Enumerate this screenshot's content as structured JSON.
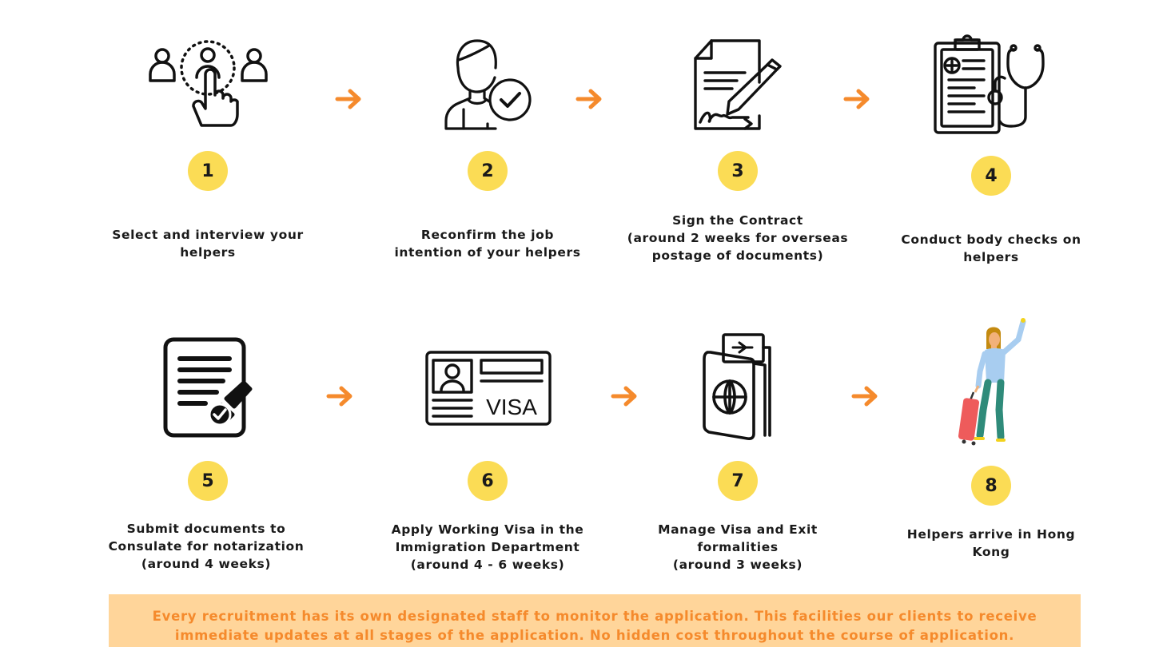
{
  "steps": [
    {
      "number": "1",
      "icon": "select-people-icon",
      "lines": [
        "Select and interview your",
        "helpers"
      ]
    },
    {
      "number": "2",
      "icon": "confirmed-person-icon",
      "lines": [
        "Reconfirm the job",
        "intention of your helpers"
      ]
    },
    {
      "number": "3",
      "icon": "signed-contract-icon",
      "lines": [
        "Sign the Contract",
        "(around 2 weeks for overseas",
        "postage of documents)"
      ]
    },
    {
      "number": "4",
      "icon": "medical-clipboard-icon",
      "lines": [
        "Conduct body checks on",
        "helpers"
      ]
    },
    {
      "number": "5",
      "icon": "stamped-document-icon",
      "lines": [
        "Submit documents to",
        "Consulate for notarization",
        "(around 4 weeks)"
      ]
    },
    {
      "number": "6",
      "icon": "visa-card-icon",
      "visa_text": "VISA",
      "lines": [
        "Apply Working Visa in the",
        "Immigration Department",
        "(around 4 - 6 weeks)"
      ]
    },
    {
      "number": "7",
      "icon": "passport-ticket-icon",
      "lines": [
        "Manage Visa and Exit",
        "formalities",
        "(around 3 weeks)"
      ]
    },
    {
      "number": "8",
      "icon": "traveler-arrival-icon",
      "lines": [
        "Helpers arrive in Hong",
        "Kong"
      ]
    }
  ],
  "footer": {
    "lines": [
      "Every recruitment has its own designated staff to monitor the application.  This facilities our clients to receive",
      "immediate updates at all stages of the application.  No hidden cost throughout the course of application."
    ]
  },
  "colors": {
    "accent": "#f58a2c",
    "badge": "#fbdc55",
    "footer_bg": "#ffd59a",
    "ink": "#1a1a1a"
  }
}
